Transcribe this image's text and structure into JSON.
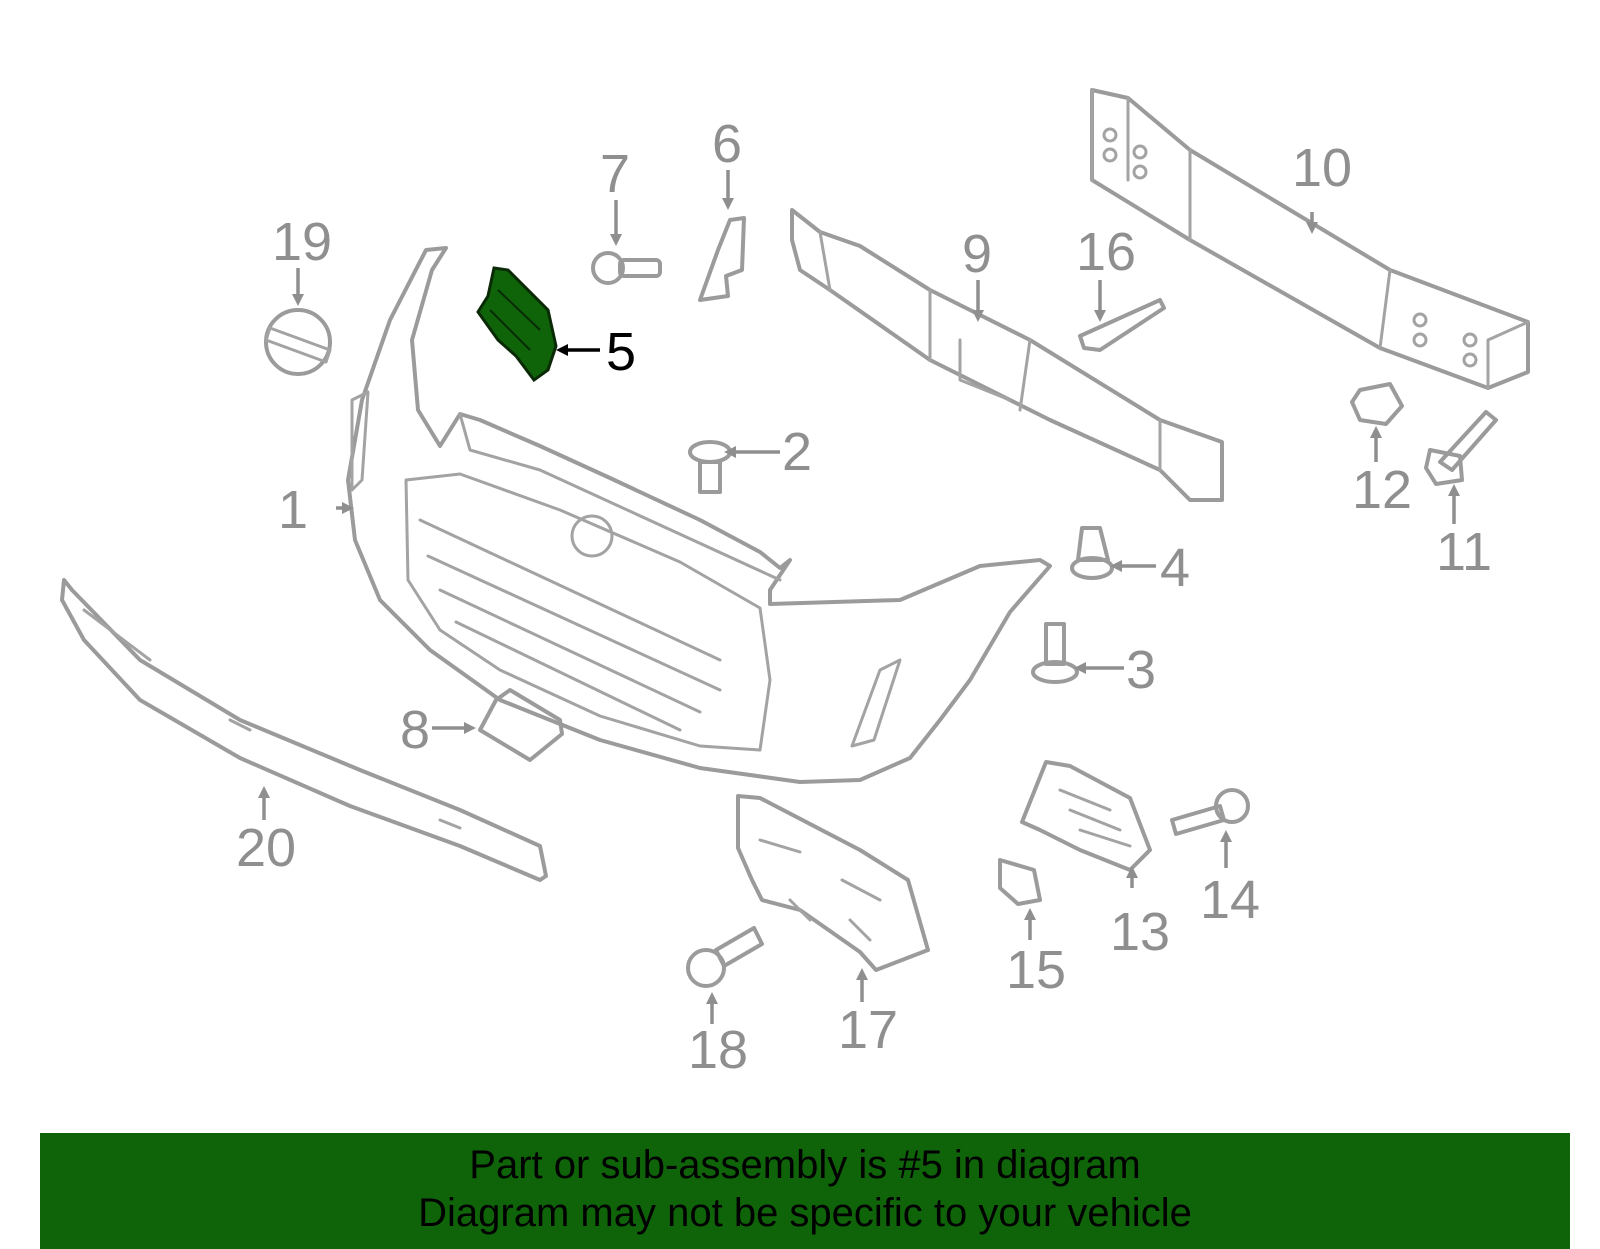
{
  "diagram": {
    "highlight_color": "#0f6409",
    "part_color": "#9b9b9b",
    "callouts": {
      "c1": "1",
      "c2": "2",
      "c3": "3",
      "c4": "4",
      "c5": "5",
      "c6": "6",
      "c7": "7",
      "c8": "8",
      "c9": "9",
      "c10": "10",
      "c11": "11",
      "c12": "12",
      "c13": "13",
      "c14": "14",
      "c15": "15",
      "c16": "16",
      "c17": "17",
      "c18": "18",
      "c19": "19",
      "c20": "20"
    },
    "highlighted_callout": "5"
  },
  "banner": {
    "line1": "Part or sub-assembly is #5 in diagram",
    "line2": "Diagram may not be specific to your vehicle",
    "background": "#0f6409"
  }
}
